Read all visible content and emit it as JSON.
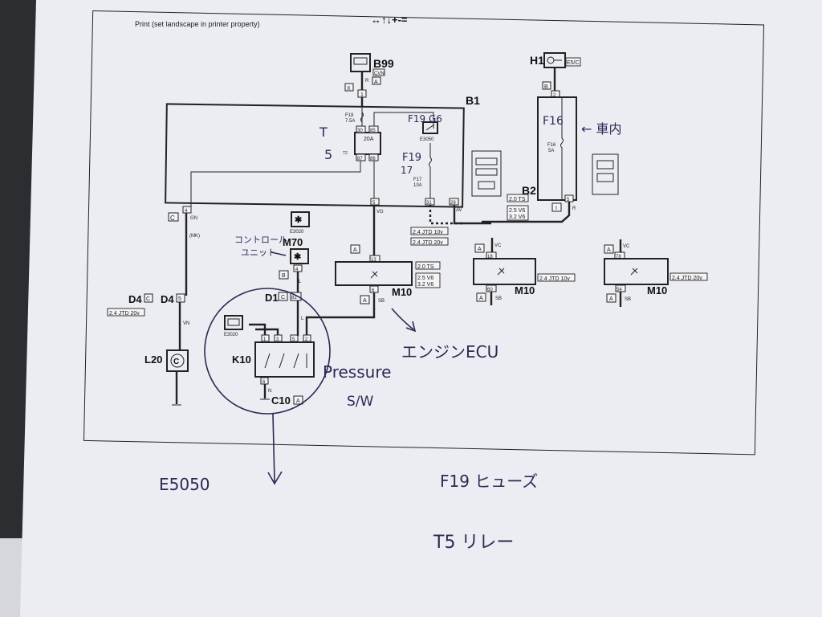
{
  "header": {
    "print_hint": "Print (set landscape in printer property)",
    "nav_icons": "↔↑↓+-="
  },
  "components": {
    "B99": "B99",
    "B99_sub": "CVN",
    "B1": "B1",
    "B2": "B2",
    "H1": "H1",
    "H1_tag": "E5/C",
    "M70": "M70",
    "M10": "M10",
    "D4": "D4",
    "D1": "D1",
    "L20": "L20",
    "K10": "K10",
    "C10": "C10",
    "E3020": "E3020",
    "E3050": "E3050",
    "F19": "F19",
    "F17": "F17",
    "F16": "F16"
  },
  "pins": {
    "A": "A",
    "X": "X",
    "B": "B",
    "C": "C",
    "I": "I",
    "p1": "1",
    "p2": "2",
    "p3": "3",
    "p4": "4",
    "p5": "5",
    "p6": "6",
    "p13": "13",
    "p18": "18",
    "p29": "29",
    "p30": "30",
    "p31": "31",
    "p54": "54",
    "p60": "60",
    "p78": "78",
    "p85": "85",
    "p86": "86",
    "p87": "87",
    "p82": "82"
  },
  "wire_codes": {
    "R": "R",
    "VN": "VN",
    "VG": "VG",
    "AV": "AV",
    "GN": "GN",
    "MK": "(MK)",
    "L": "L",
    "SB": "SB",
    "VC": "VC",
    "N": "N"
  },
  "fuse_ratings": {
    "f18": "F18",
    "f18_a": "7.5A",
    "f17_a": "10A",
    "f16": "F16",
    "f16_a": "5A",
    "relay_a": "20A",
    "t2": "T2"
  },
  "variants": {
    "v20ts": "2.0 TS",
    "v25v6": "2.5 V6",
    "v32v6": "3.2 V6",
    "v24_10v": "2.4 JTD 10v",
    "v24_20v": "2.4 JTD 20v"
  },
  "handwritten": {
    "T5": "T",
    "T5b": "5",
    "F19_top": "F19 G6",
    "F19_mid": "F19",
    "n17": "17",
    "F16_hand": "F16",
    "inside": "← 車内",
    "control": "コントロール",
    "unit": "ユニット",
    "ecu": "エンジンECU",
    "pressure": "Pressure",
    "sw": "S/W",
    "e5050": "E5050",
    "fuse_note": "F19 ヒューズ",
    "relay_note": "T5 リレー"
  },
  "colors": {
    "paper": "#ecedf3",
    "ink": "#2a2a55",
    "print": "#222222",
    "background": "#2b2d30"
  }
}
